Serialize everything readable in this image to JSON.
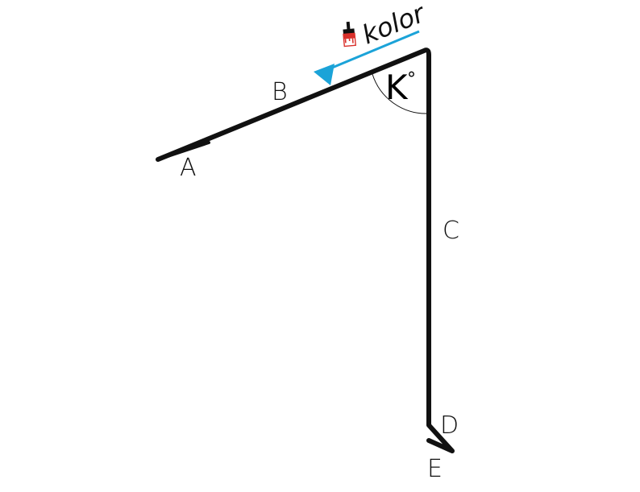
{
  "diagram": {
    "segments": {
      "a": "A",
      "b": "B",
      "c": "C",
      "d": "D",
      "e": "E"
    },
    "angle": {
      "letter": "K",
      "unit": "°"
    },
    "color_side": {
      "label": "kolor",
      "icon": "paint-brush-icon"
    },
    "colors": {
      "profile": "#111111",
      "color_side_accent": "#1ba3d8",
      "brush_handle": "#111111",
      "paint_bucket": "#d9302b"
    }
  }
}
